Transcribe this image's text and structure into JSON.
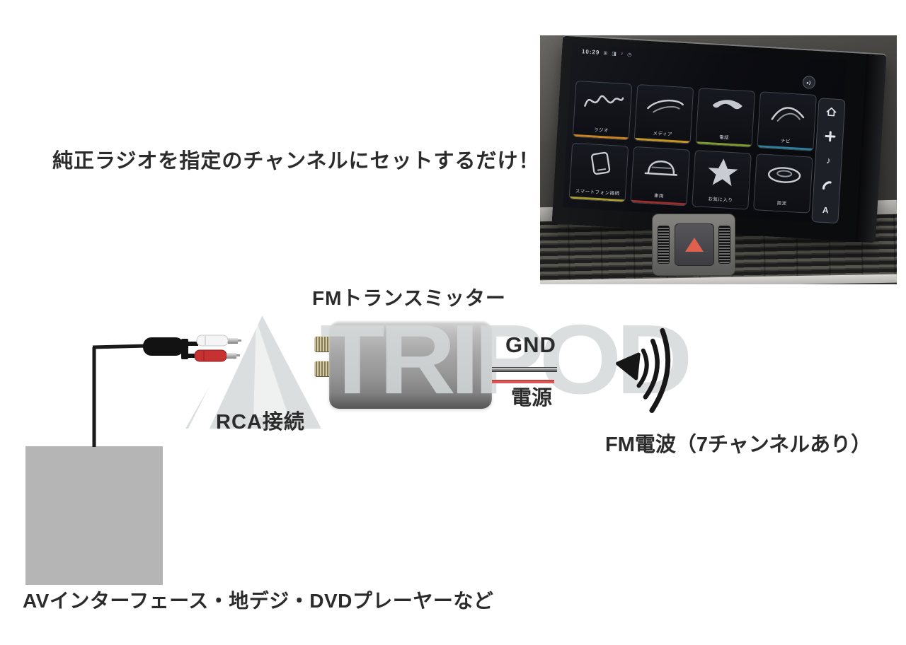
{
  "headline": "純正ラジオを指定のチャンネルにセットするだけ！",
  "watermark": {
    "text": "TRIPOD",
    "color": "#d5d8d8"
  },
  "diagram": {
    "transmitter_label": "FMトランスミッター",
    "rca_label": "RCA接続",
    "gnd_label": "GND",
    "power_label": "電源",
    "fm_wave_label": "FM電波（7チャンネルあり）",
    "source_label": "AVインターフェース・地デジ・DVDプレーヤーなど",
    "colors": {
      "power_wire": "#e25555",
      "gnd_wire_core": "#b0b0b0",
      "rca_white_plug": "#f5f5f5",
      "rca_red_plug": "#c63232",
      "device_body": "#a6a6a6",
      "source_box": "#b5b5b5"
    }
  },
  "photo": {
    "screen": {
      "status_time": "10:29",
      "tiles": [
        {
          "label": "ラジオ",
          "icon": "radio-waveform-icon",
          "underline_color": "#c9821e"
        },
        {
          "label": "メディア",
          "icon": "media-disc-icon",
          "underline_color": "#c9961e"
        },
        {
          "label": "電話",
          "icon": "phone-swoosh-icon",
          "underline_color": "#7f9c2d"
        },
        {
          "label": "ナビ",
          "icon": "nav-swoosh-icon",
          "underline_color": "#2d7f9c"
        },
        {
          "label": "スマートフォン接続",
          "icon": "smartphone-connect-icon",
          "underline_color": "#a89b2d"
        },
        {
          "label": "車両",
          "icon": "vehicle-icon",
          "underline_color": "#9c2d2d"
        },
        {
          "label": "お気に入り",
          "icon": "favorites-star-icon",
          "underline_color": ""
        },
        {
          "label": "設定",
          "icon": "settings-disc-icon",
          "underline_color": ""
        }
      ],
      "side_menu": [
        {
          "name": "home-icon"
        },
        {
          "name": "plus-icon"
        },
        {
          "name": "music-note-icon"
        },
        {
          "name": "phone-handset-icon"
        },
        {
          "name": "letter-a-button",
          "label": "A"
        }
      ]
    },
    "hazard": {
      "triangle_color": "#e0604e"
    }
  }
}
